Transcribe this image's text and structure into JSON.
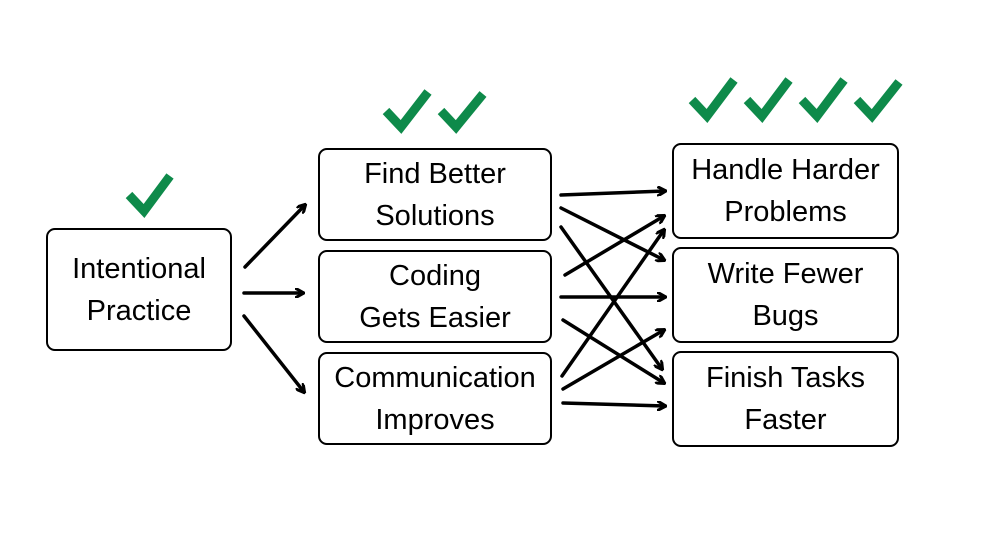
{
  "source": {
    "line1": "Intentional",
    "line2": "Practice"
  },
  "middle": [
    {
      "line1": "Find Better",
      "line2": "Solutions"
    },
    {
      "line1": "Coding",
      "line2": "Gets Easier"
    },
    {
      "line1": "Communication",
      "line2": "Improves"
    }
  ],
  "outcomes": [
    {
      "line1": "Handle Harder",
      "line2": "Problems"
    },
    {
      "line1": "Write Fewer",
      "line2": "Bugs"
    },
    {
      "line1": "Finish Tasks",
      "line2": "Faster"
    }
  ],
  "checkmarks": {
    "source_count": 1,
    "middle_count": 2,
    "outcomes_count": 4,
    "icon": "checkmark-icon",
    "color": "#0e8a4a"
  }
}
